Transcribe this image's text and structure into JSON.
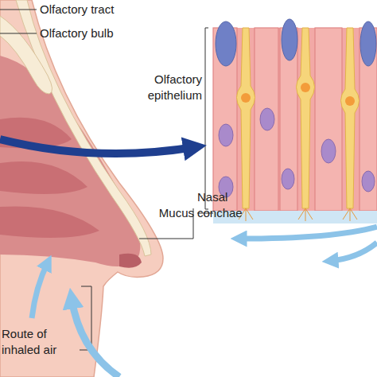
{
  "diagram": {
    "labels": [
      "Olfactory tract",
      "Olfactory bulb",
      "Olfactory epithelium",
      "Mucus",
      "Nasal conchae",
      "Route of inhaled air"
    ]
  }
}
